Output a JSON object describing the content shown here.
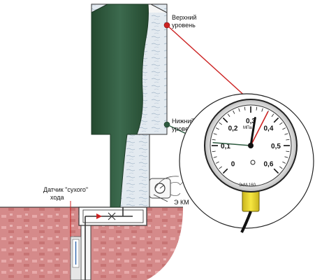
{
  "labels": {
    "upper_level": [
      "Верхний",
      "уровень"
    ],
    "lower_level": [
      "Нижний",
      "уровень"
    ],
    "dry_run_sensor": [
      "Датчик \"сухого\"",
      "хода"
    ],
    "ekm": "Э КМ"
  },
  "gauge": {
    "unit": "МПа",
    "model": "ЭкМ-160",
    "scale_min": 0,
    "scale_max": 0.6,
    "scale_labels": [
      "0",
      "0,1",
      "0,2",
      "0,3",
      "0,4",
      "0,5",
      "0,6"
    ],
    "pointer_value": 0.32,
    "lower_setpoint": 0.11,
    "upper_setpoint": 0.36
  },
  "colors": {
    "tank_fill": "#2e5b40",
    "water": "#dfe7ee",
    "soil": "#d98a8a",
    "setpoint_red": "#cc2222",
    "setpoint_green": "#2e5b40",
    "connector_yellow": "#f2e12e"
  }
}
